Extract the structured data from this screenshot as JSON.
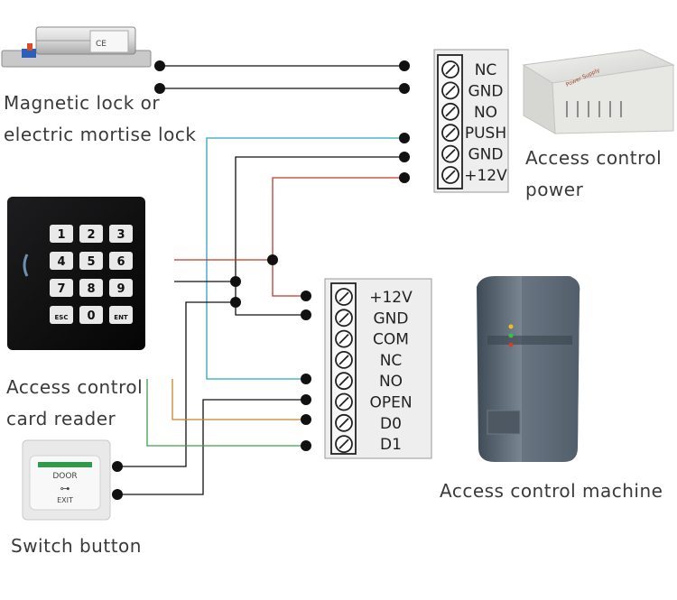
{
  "devices": {
    "lock": {
      "caption_lines": [
        "Magnetic lock or",
        "electric mortise lock"
      ]
    },
    "power": {
      "caption_lines": [
        "Access control",
        "power"
      ],
      "device_text": "Power Supply"
    },
    "reader": {
      "caption_lines": [
        "Access control",
        "card reader"
      ],
      "keys": [
        "1",
        "2",
        "3",
        "4",
        "5",
        "6",
        "7",
        "8",
        "9",
        "ESC",
        "0",
        "ENT"
      ]
    },
    "machine": {
      "caption_lines": [
        "Access control machine"
      ]
    },
    "switch": {
      "caption_lines": [
        "Switch button"
      ],
      "top_text": "DOOR",
      "bottom_text": "EXIT"
    }
  },
  "power_terminal_labels": [
    "NC",
    "GND",
    "NO",
    "PUSH",
    "GND",
    "+12V"
  ],
  "controller_terminal_labels": [
    "+12V",
    "GND",
    "COM",
    "NC",
    "NO",
    "OPEN",
    "D0",
    "D1"
  ],
  "wire_colors": {
    "black": "#111111",
    "red": "#c0392b",
    "teal": "#2aa6b8",
    "orange": "#c8842a",
    "green": "#3fa04a"
  }
}
